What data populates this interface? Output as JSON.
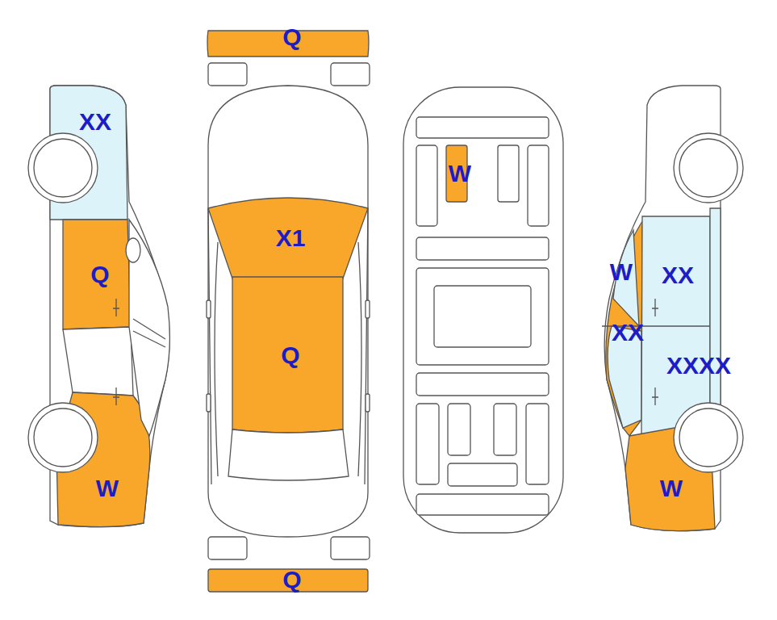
{
  "diagram": {
    "labels": [
      "Q",
      "XX",
      "W",
      "X1",
      "Q",
      "W",
      "XX",
      "Q",
      "XX",
      "XXXX",
      "W",
      "W",
      "Q"
    ]
  }
}
